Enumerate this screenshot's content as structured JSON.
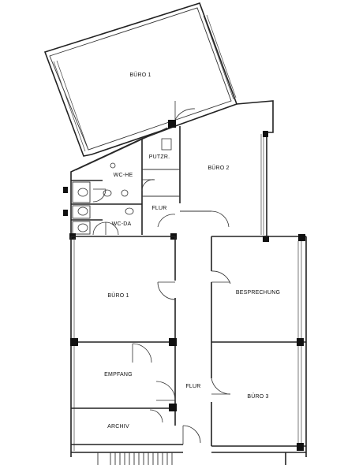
{
  "floorplan": {
    "rooms": {
      "buero1_top": "BÜRO 1",
      "buero2": "BÜRO 2",
      "putzr": "PUTZR.",
      "wc_he": "WC-HE",
      "wc_da": "WC-DA",
      "flur_small": "FLUR",
      "buero1_mid": "BÜRO 1",
      "besprechung": "BESPRECHUNG",
      "empfang": "EMPFANG",
      "flur_main": "FLUR",
      "buero3": "BÜRO 3",
      "archiv": "ARCHIV"
    }
  }
}
